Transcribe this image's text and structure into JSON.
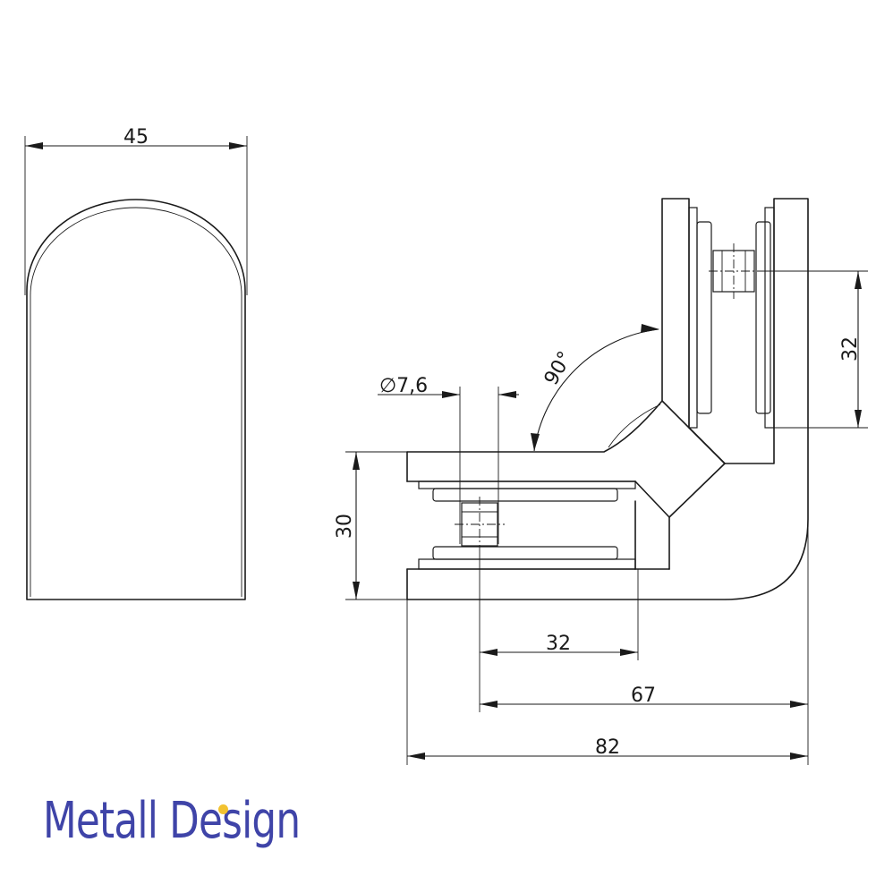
{
  "dimensions": {
    "front_width": "45",
    "hole_diameter": "∅7,6",
    "angle": "90°",
    "height": "30",
    "hole_spacing_vertical": "32",
    "hole_spacing_horizontal": "32",
    "depth_to_hole": "67",
    "overall_depth": "82"
  },
  "brand": {
    "name": "Metall Design",
    "text_color": "#3f44a8",
    "dot_color": "#f2c230"
  }
}
